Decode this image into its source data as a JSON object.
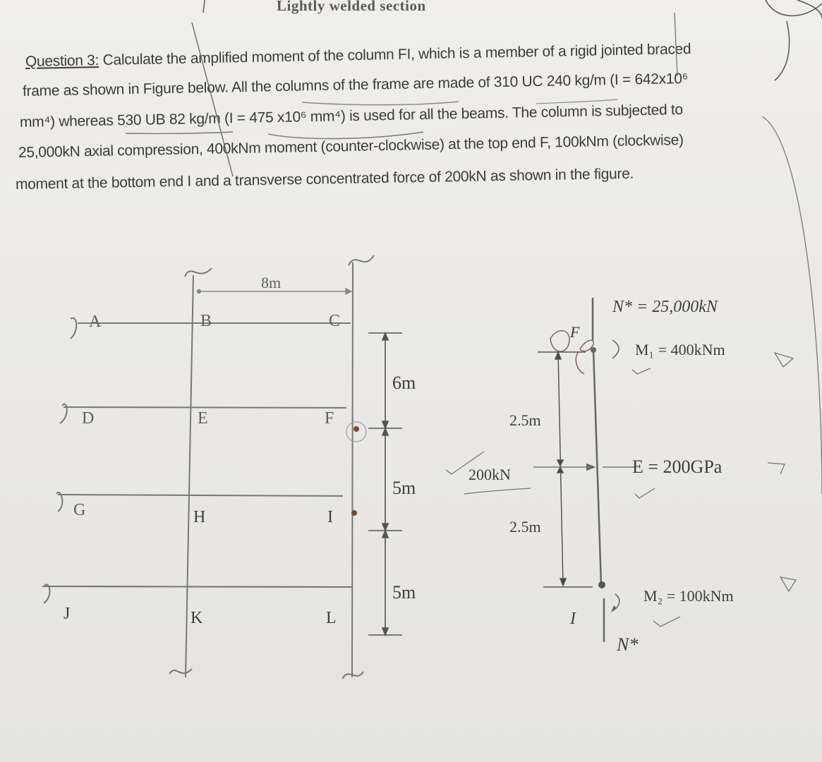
{
  "header": {
    "title": "Lightly welded section"
  },
  "question": {
    "label": "Question 3:",
    "lines": [
      "Calculate the amplified moment of the column FI, which is a member of a rigid jointed braced",
      "frame as shown in Figure below. All the columns of the frame are made of 310 UC 240 kg/m (I = 642x10⁶",
      "mm⁴) whereas 530 UB 82 kg/m (I = 475 x10⁶ mm⁴) is used for all the beams. The column is subjected to",
      "25,000kN axial compression, 400kNm moment (counter-clockwise) at the top end F, 100kNm (clockwise)",
      "moment at the bottom end I and a transverse concentrated force of 200kN as shown in the figure."
    ]
  },
  "frame_figure": {
    "span_label": "8m",
    "nodes": {
      "A": "A",
      "B": "B",
      "C": "C",
      "D": "D",
      "E": "E",
      "F": "F",
      "G": "G",
      "H": "H",
      "I": "I",
      "J": "J",
      "K": "K",
      "L": "L"
    },
    "story_heights": [
      "6m",
      "5m",
      "5m"
    ]
  },
  "column_figure": {
    "top_node": "F",
    "bottom_node": "I",
    "axial_top": "N* = 25,000kN",
    "axial_bottom": "N*",
    "moment_top": "M₁ = 400kNm",
    "moment_bottom": "M₂ = 100kNm",
    "lateral_load": "200kN",
    "modulus": "E = 200GPa",
    "upper_segment": "2.5m",
    "lower_segment": "2.5m"
  }
}
